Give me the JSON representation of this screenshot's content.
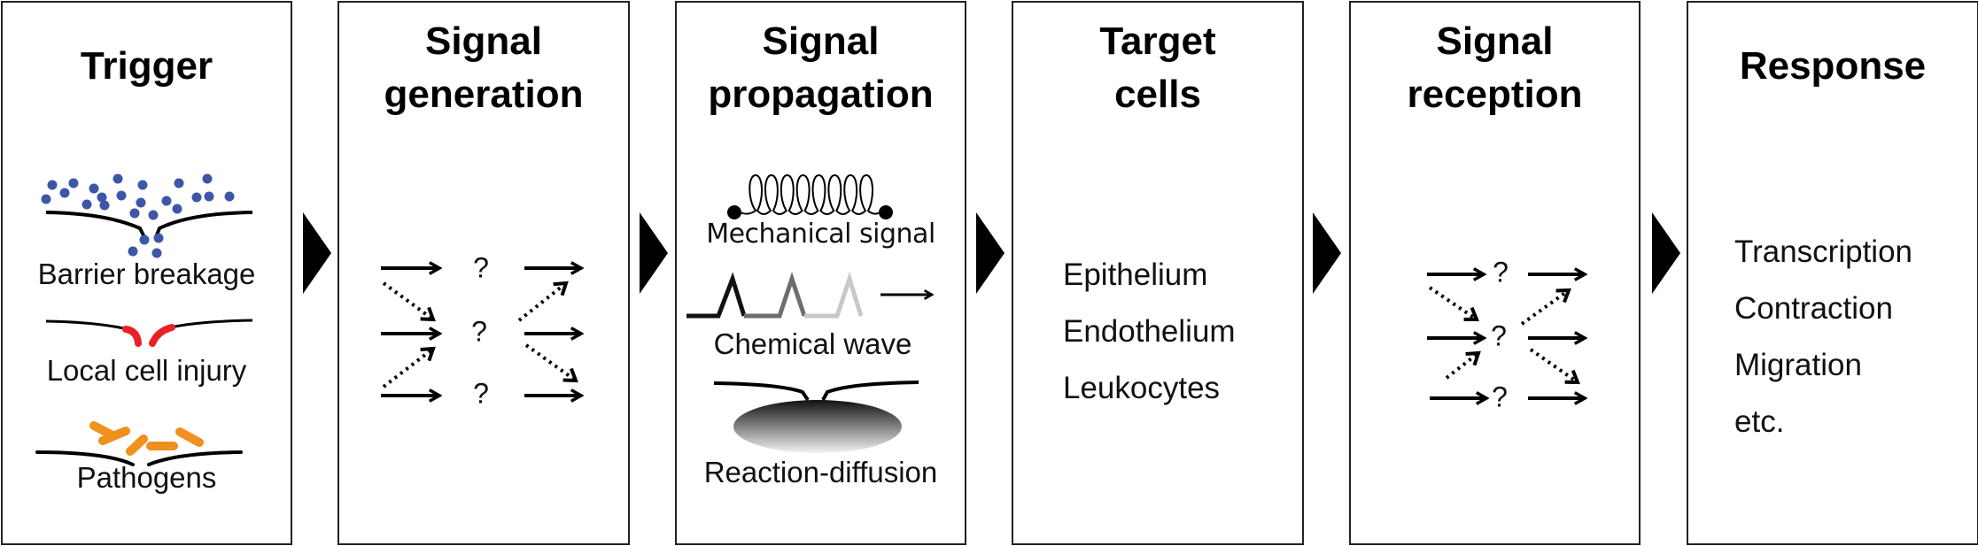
{
  "diagram": {
    "panels": [
      {
        "id": "trigger",
        "title_lines": [
          "Trigger"
        ],
        "illustrations": [
          {
            "icon": "barrier-breakage-icon",
            "caption": "Barrier breakage",
            "color": "#3f55a8"
          },
          {
            "icon": "local-cell-injury-icon",
            "caption": "Local cell injury",
            "color": "#e8202a"
          },
          {
            "icon": "pathogens-icon",
            "caption": "Pathogens",
            "color": "#f0901e"
          }
        ]
      },
      {
        "id": "signal-generation",
        "title_lines": [
          "Signal",
          "generation"
        ],
        "unknown_marks": [
          "?",
          "?",
          "?"
        ]
      },
      {
        "id": "signal-propagation",
        "title_lines": [
          "Signal",
          "propagation"
        ],
        "illustrations": [
          {
            "icon": "spring-icon",
            "caption": "Mechanical signal"
          },
          {
            "icon": "chemical-wave-icon",
            "caption": "Chemical wave",
            "colors": [
              "#111111",
              "#6e6e6e",
              "#c8c8c8"
            ]
          },
          {
            "icon": "reaction-diffusion-icon",
            "caption": "Reaction-diffusion"
          }
        ]
      },
      {
        "id": "target-cells",
        "title_lines": [
          "Target",
          "cells"
        ],
        "items": [
          "Epithelium",
          "Endothelium",
          "Leukocytes"
        ]
      },
      {
        "id": "signal-reception",
        "title_lines": [
          "Signal",
          "reception"
        ],
        "unknown_marks": [
          "?",
          "?",
          "?"
        ]
      },
      {
        "id": "response",
        "title_lines": [
          "Response"
        ],
        "items": [
          "Transcription",
          "Contraction",
          "Migration",
          "etc."
        ]
      }
    ],
    "connector_icon": "chevron-right-icon",
    "colors": {
      "border": "#222222",
      "arrow": "#000000"
    }
  }
}
